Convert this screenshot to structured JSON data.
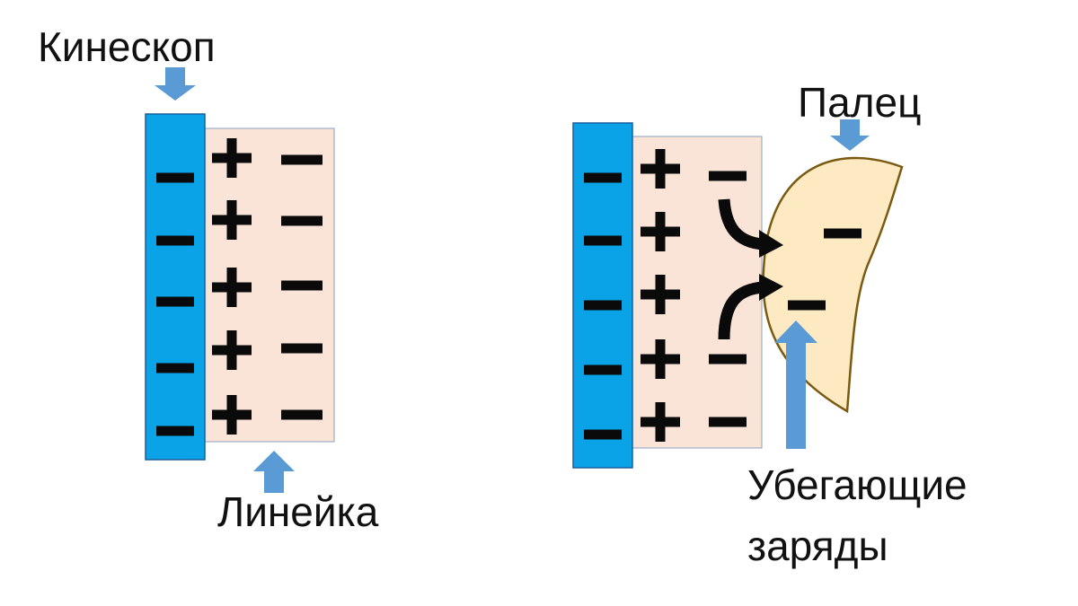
{
  "left_panel": {
    "top_label": "Кинескоп",
    "bottom_label": "Линейка",
    "screen_charges": [
      "–",
      "–",
      "–",
      "–",
      "–"
    ],
    "ruler_columns": [
      [
        "+",
        "+",
        "+",
        "+",
        "+"
      ],
      [
        "–",
        "–",
        "–",
        "–",
        "–"
      ]
    ]
  },
  "right_panel": {
    "finger_label": "Палец",
    "escaping_label": [
      "Убегающие",
      "заряды"
    ],
    "screen_charges": [
      "–",
      "–",
      "–",
      "–",
      "–"
    ],
    "ruler_plus": [
      "+",
      "+",
      "+",
      "+",
      "+"
    ],
    "ruler_minus_remaining": [
      "–",
      "–",
      "–"
    ],
    "finger_charges": [
      "–",
      "–"
    ]
  },
  "colors": {
    "screen": "#0aa3e8",
    "ruler": "#fae4d8",
    "finger": "#fde9c2",
    "finger_outline": "#7a5a10",
    "pointer_arrow": "#5b9bd5",
    "charge": "#0a0a0a"
  }
}
